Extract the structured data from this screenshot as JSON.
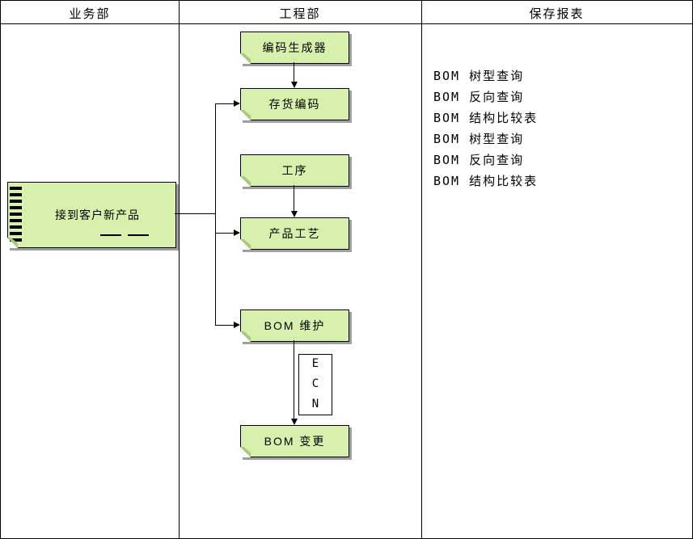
{
  "lanes": [
    {
      "title": "业务部"
    },
    {
      "title": "工程部"
    },
    {
      "title": "保存报表"
    }
  ],
  "source": {
    "label": "接到客户新产品"
  },
  "nodes": {
    "code_generator": "编码生成器",
    "inventory_code": "存货编码",
    "process": "工序",
    "product_craft": "产品工艺",
    "bom_maintain": "BOM 维护",
    "bom_change": "BOM 变更"
  },
  "ecn": "ECN",
  "reports": [
    "BOM 树型查询",
    "BOM 反向查询",
    "BOM 结构比较表",
    "BOM 树型查询",
    "BOM 反向查询",
    "BOM 结构比较表"
  ],
  "colors": {
    "node_fill": "#d7f0ad",
    "node_border": "#000000",
    "shadow": "#9f9f9f"
  }
}
